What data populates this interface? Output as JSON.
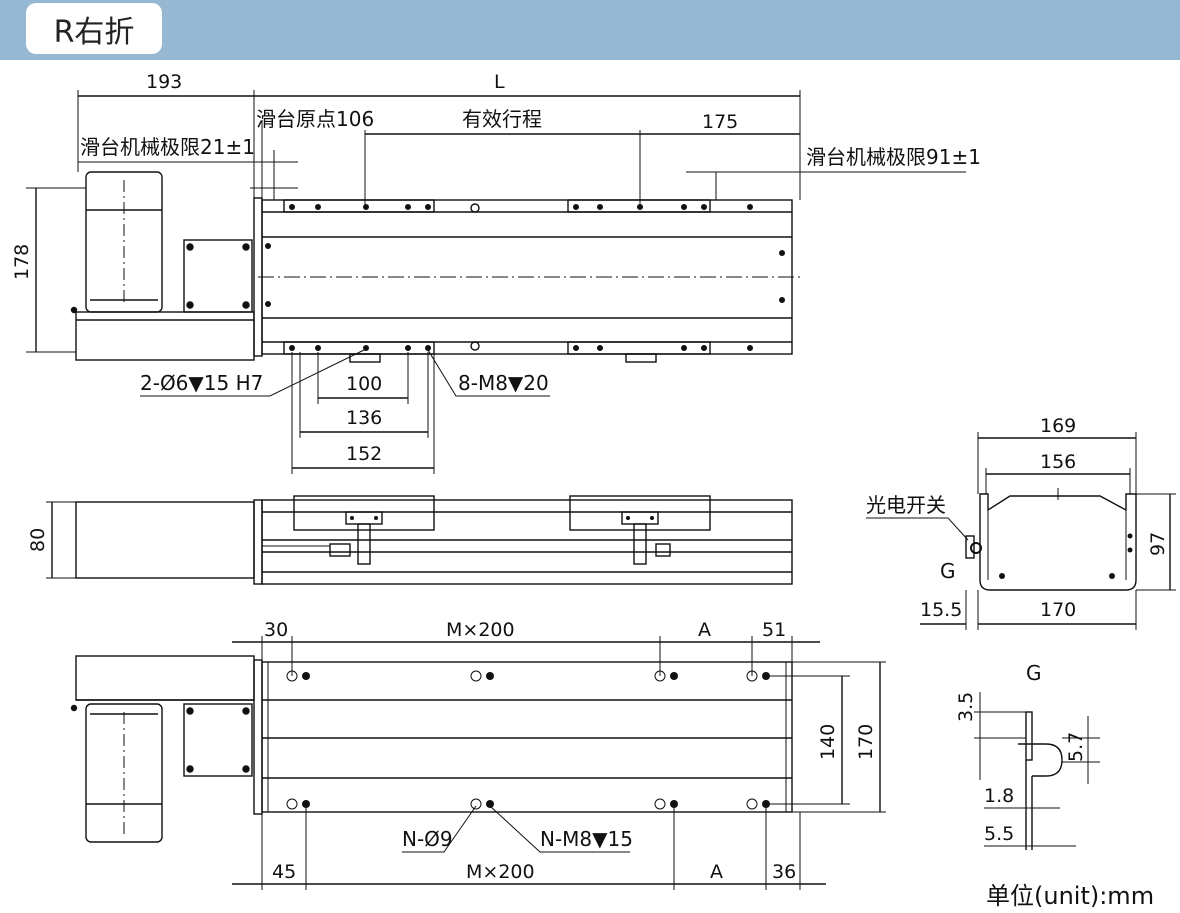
{
  "header": {
    "title": "R右折"
  },
  "unit": "单位(unit):mm",
  "colors": {
    "header_bg": "#96b8d2",
    "line": "#111111"
  },
  "top_view": {
    "dim_193": "193",
    "dim_L": "L",
    "slide_origin": "滑台原点106",
    "effective_stroke": "有效行程",
    "dim_175": "175",
    "mech_limit_left": "滑台机械极限21±1",
    "mech_limit_right": "滑台机械极限91±1",
    "dim_178": "178",
    "pin_hole": "2-Ø6▼15 H7",
    "dim_100": "100",
    "thread_hole": "8-M8▼20",
    "dim_136": "136",
    "dim_152": "152"
  },
  "side_view": {
    "dim_80": "80"
  },
  "end_view": {
    "dim_169": "169",
    "dim_156": "156",
    "photo_switch": "光电开关",
    "dim_97": "97",
    "label_G": "G",
    "dim_15_5": "15.5",
    "dim_170": "170"
  },
  "detail_G": {
    "title": "G",
    "dim_3_5": "3.5",
    "dim_5_7": "5.7",
    "dim_1_8": "1.8",
    "dim_5_5": "5.5"
  },
  "bottom_view": {
    "dim_30": "30",
    "dim_Mx200_top": "M×200",
    "dim_A_top": "A",
    "dim_51": "51",
    "dim_140": "140",
    "dim_170": "170",
    "hole_N_d9": "N-Ø9",
    "hole_N_M8": "N-M8▼15",
    "dim_45": "45",
    "dim_Mx200_bottom": "M×200",
    "dim_A_bottom": "A",
    "dim_36": "36"
  }
}
